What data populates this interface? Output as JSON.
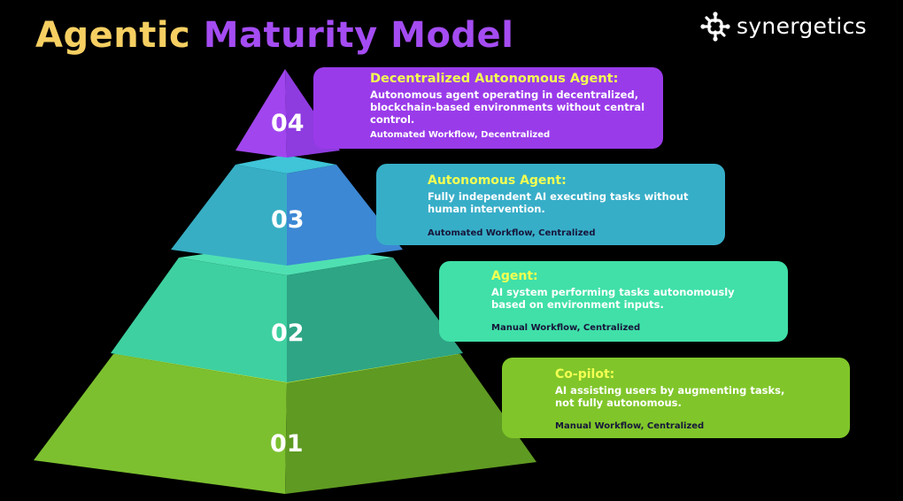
{
  "header": {
    "title_word1": "Agentic",
    "title_word2": "Maturity Model",
    "brand_name": "synergetics",
    "brand_icon": "synergetics-logo-icon"
  },
  "colors": {
    "title_yellow": "#f6cf62",
    "title_purple": "#a44cf2",
    "level4": "#9a3bea",
    "level3": "#37aec8",
    "level2": "#40e0a8",
    "level1": "#80c62a",
    "card_title": "#f3ff52",
    "background": "#000000"
  },
  "levels": [
    {
      "number": "04",
      "title": "Decentralized Autonomous Agent:",
      "description_lines": [
        "Autonomous agent operating in decentralized,",
        "blockchain-based environments without central",
        "control."
      ],
      "tag": "Automated Workflow, Decentralized"
    },
    {
      "number": "03",
      "title": "Autonomous Agent:",
      "description_lines": [
        "Fully independent AI executing tasks without",
        "human intervention."
      ],
      "tag": "Automated Workflow, Centralized"
    },
    {
      "number": "02",
      "title": "Agent:",
      "description_lines": [
        "AI system performing tasks autonomously",
        "based on environment inputs."
      ],
      "tag": "Manual Workflow, Centralized"
    },
    {
      "number": "01",
      "title": "Co-pilot:",
      "description_lines": [
        "AI assisting users by augmenting tasks,",
        "not fully autonomous."
      ],
      "tag": "Manual Workflow, Centralized"
    }
  ]
}
